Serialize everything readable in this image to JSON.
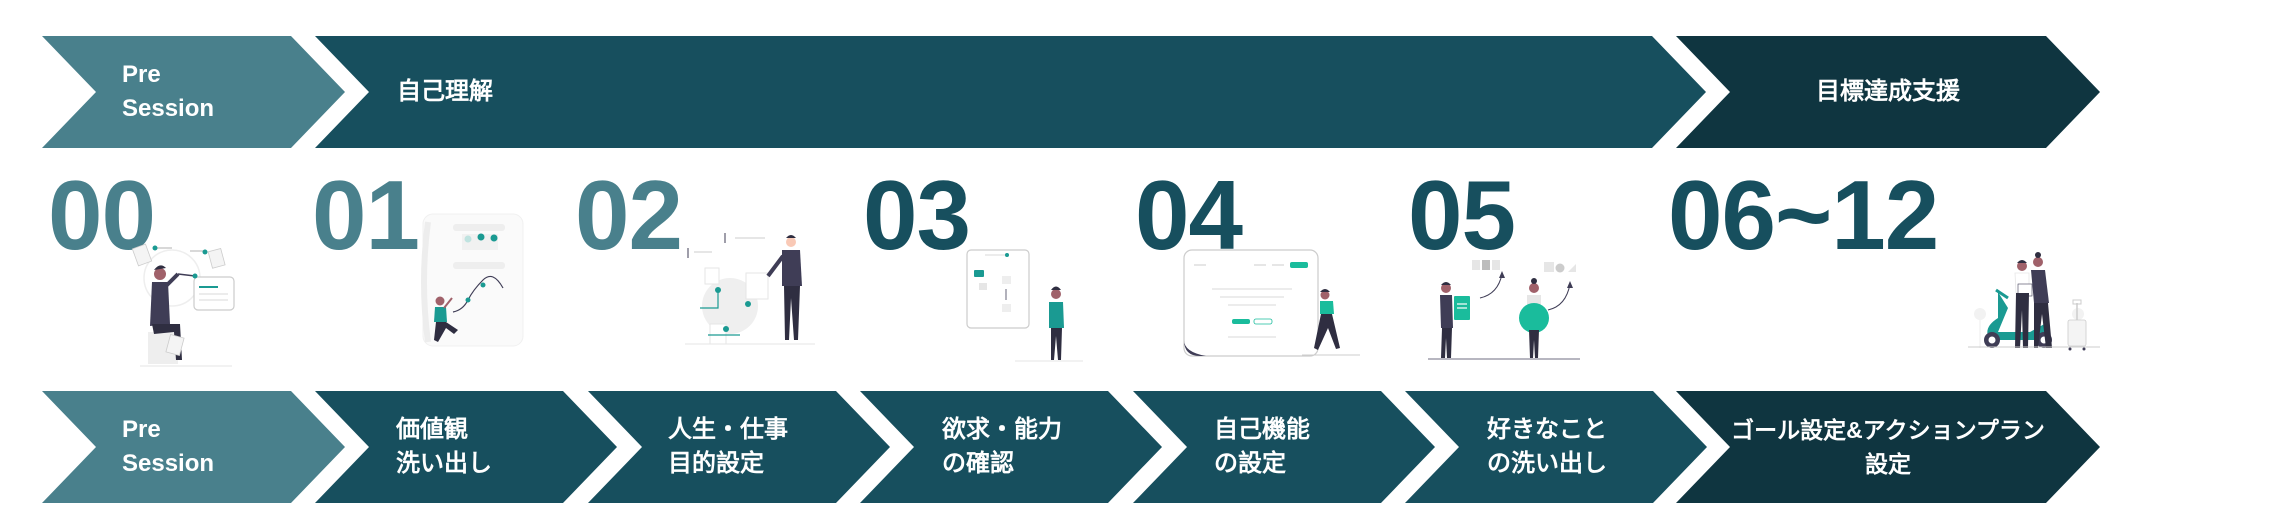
{
  "colors": {
    "light": "#49808c",
    "medium": "#174f5e",
    "dark": "#0f3540",
    "accent": "#1a9a92",
    "figure": "#3f3d56",
    "text": "#ffffff"
  },
  "phases": [
    {
      "label": "Pre\nSession",
      "color": "#49808c"
    },
    {
      "label": "自己理解",
      "color": "#174f5e"
    },
    {
      "label": "目標達成支援",
      "color": "#0f3540"
    }
  ],
  "sessions": [
    {
      "number": "00",
      "number_color": "#49808c",
      "label": "Pre\nSession",
      "color": "#49808c",
      "illustration": "person-sitting-with-documents"
    },
    {
      "number": "01",
      "number_color": "#49808c",
      "label": "価値観\n洗い出し",
      "color": "#174f5e",
      "illustration": "person-climbing-chart"
    },
    {
      "number": "02",
      "number_color": "#49808c",
      "label": "人生・仕事\n目的設定",
      "color": "#174f5e",
      "illustration": "person-presenting-flowchart"
    },
    {
      "number": "03",
      "number_color": "#174f5e",
      "label": "欲求・能力\nの確認",
      "color": "#174f5e",
      "illustration": "person-standing-by-board"
    },
    {
      "number": "04",
      "number_color": "#174f5e",
      "label": "自己機能\nの設定",
      "color": "#174f5e",
      "illustration": "person-walking-by-browser"
    },
    {
      "number": "05",
      "number_color": "#174f5e",
      "label": "好きなこと\nの洗い出し",
      "color": "#174f5e",
      "illustration": "people-sorting-items"
    },
    {
      "number": "06~12",
      "number_color": "#174f5e",
      "label": "ゴール設定&アクションプラン設定",
      "color": "#0f3540",
      "illustration": "couple-with-scooter"
    }
  ]
}
